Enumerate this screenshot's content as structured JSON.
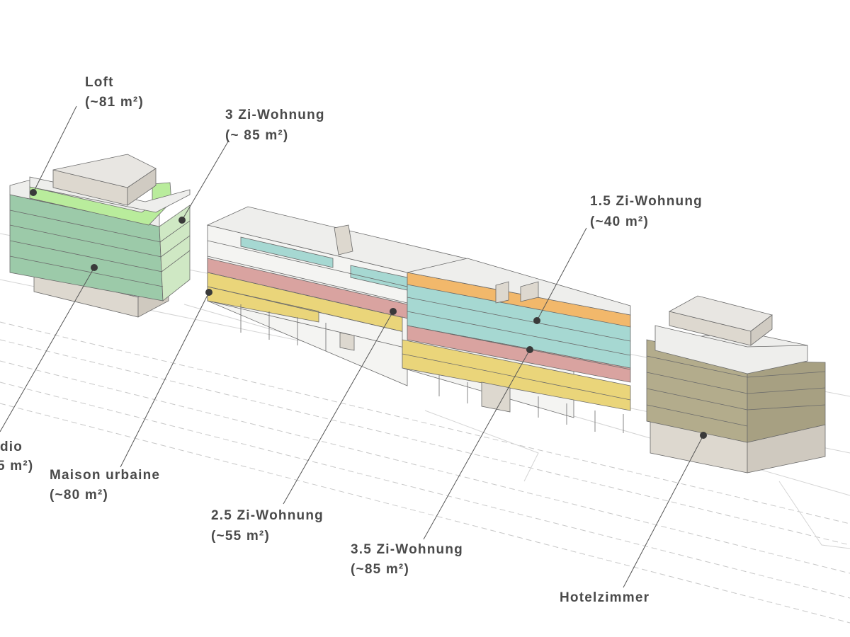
{
  "labels": {
    "loft": {
      "name": "Loft",
      "area": "(~81 m²)"
    },
    "three_room": {
      "name": "3 Zi-Wohnung",
      "area": "(~ 85 m²)"
    },
    "one_half_room": {
      "name": "1.5 Zi-Wohnung",
      "area": "(~40 m²)"
    },
    "studio": {
      "name": "dio",
      "area": "5 m²)"
    },
    "maison_urbaine": {
      "name": "Maison urbaine",
      "area": "(~80 m²)"
    },
    "two_half_room": {
      "name": "2.5 Zi-Wohnung",
      "area": "(~55 m²)"
    },
    "three_half_room": {
      "name": "3.5 Zi-Wohnung",
      "area": "(~85 m²)"
    },
    "hotel": {
      "name": "Hotelzimmer"
    }
  },
  "colors": {
    "loft": "#b9ec9c",
    "studio": "#9ccaa9",
    "three_room_side": "#cfe8c4",
    "one_half_room": "#f2b86b",
    "two_half_room": "#d9a3a0",
    "three_half_room": "#a6d8d2",
    "maison_urbaine": "#ead57a",
    "hotel": "#b3ac8c",
    "slab": "#eeeeec",
    "base": "#ddd8cf"
  }
}
